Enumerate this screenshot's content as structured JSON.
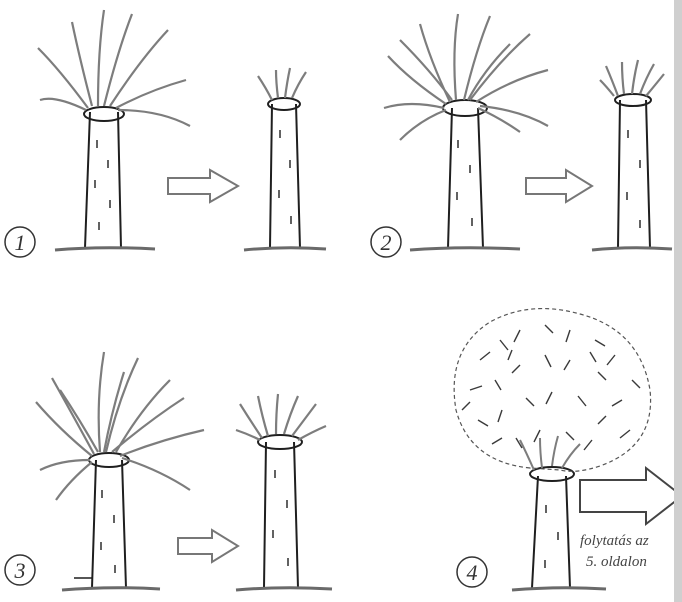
{
  "steps": [
    {
      "number": "1"
    },
    {
      "number": "2"
    },
    {
      "number": "3"
    },
    {
      "number": "4"
    }
  ],
  "continuation": {
    "line1": "folytatás az",
    "line2": "5. oldalon"
  },
  "colors": {
    "ink": "#1f1f1f",
    "shoot": "#7d7d7d",
    "ground": "#6a6a6a",
    "arrow": "#777777"
  }
}
